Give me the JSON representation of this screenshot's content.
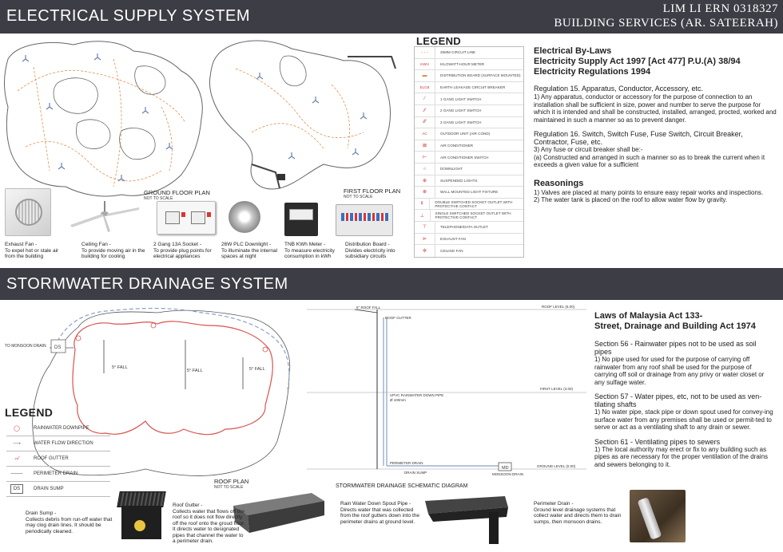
{
  "header": {
    "title": "ELECTRICAL SUPPLY SYSTEM",
    "author": "LIM LI ERN  0318327",
    "course": "BUILDING SERVICES (AR. SATEERAH)"
  },
  "electrical": {
    "ground_floor_label": "GROUND FLOOR PLAN",
    "first_floor_label": "FIRST FLOOR PLAN",
    "not_to_scale": "NOT TO SCALE",
    "legend_title": "LEGEND",
    "legend": [
      {
        "icon": "circuit-line-icon",
        "label": "25MM CIRCUIT LINE"
      },
      {
        "icon": "kwh-meter-icon",
        "symbol": "KWH",
        "label": "KILOWATT-HOUR METER"
      },
      {
        "icon": "distribution-board-icon",
        "label": "DISTRIBUTION BOARD (SURFACE MOUNTED)"
      },
      {
        "icon": "elcb-icon",
        "symbol": "ELCB",
        "label": "EARTH LEAKAGE CIRCUIT BREAKER"
      },
      {
        "icon": "switch-1-gang-icon",
        "label": "1 GANG LIGHT SWITCH"
      },
      {
        "icon": "switch-2-gang-icon",
        "label": "2 GANG LIGHT SWITCH"
      },
      {
        "icon": "switch-3-gang-icon",
        "label": "3 GANG LIGHT SWITCH"
      },
      {
        "icon": "outdoor-unit-icon",
        "symbol": "AC",
        "label": "OUTDOOR UNIT (AIR COND)"
      },
      {
        "icon": "aircond-icon",
        "label": "AIR CONDITIONER"
      },
      {
        "icon": "aircond-switch-icon",
        "label": "AIR CONDITIONER SWITCH"
      },
      {
        "icon": "downlight-icon",
        "label": "DOWNLIGHT"
      },
      {
        "icon": "suspended-light-icon",
        "label": "SUSPENDED LIGHTS"
      },
      {
        "icon": "wall-light-icon",
        "label": "WALL MOUNTED LIGHT FIXTURE"
      },
      {
        "icon": "double-socket-icon",
        "label": "DOUBLE SWITCHED SOCKET OUTLET WITH PROTECTIVE CONTACT"
      },
      {
        "icon": "single-socket-icon",
        "label": "SINGLE SWITCHED SOCKET OUTLET WITH PROTECTIVE CONTACT"
      },
      {
        "icon": "telephone-outlet-icon",
        "label": "TELEPHONE/DATA OUTLET"
      },
      {
        "icon": "exhaust-fan-icon",
        "label": "EXHAUST FAN"
      },
      {
        "icon": "ceiling-fan-icon",
        "label": "CEILING FAN"
      }
    ],
    "items": [
      {
        "title": "Exhaust Fan -",
        "desc": "To expel hot or stale air from the building"
      },
      {
        "title": "Ceiling Fan -",
        "desc": "To provide moving air in the building for cooling"
      },
      {
        "title": "2 Gang 13A Socket -",
        "desc": "To provide plug points for electrical appliances"
      },
      {
        "title": "26W PLC Downlight -",
        "desc": "To illuminate the internal spaces at night"
      },
      {
        "title": "TNB KWh Meter -",
        "desc": "To measure electricity consumption in kWh"
      },
      {
        "title": "Distribution Board -",
        "desc": "Divides electricity into subsidiary circuits"
      }
    ],
    "bylaws_heading": [
      "Electrical By-Laws",
      "Electricity Supply Act 1997 [Act 477] P.U.(A) 38/94",
      "Electricity Regulations 1994"
    ],
    "reg15_title": "Regulation 15. Apparatus, Conductor, Accessory, etc.",
    "reg15_text": "1)  Any apparatus, conductor or accessory for the purpose of connection to an installation shall be sufficient in size, power and number to serve the purpose for which it is intended and shall be constructed, installed, arranged, procted, worked and maintained in such a manner so as to prevent danger.",
    "reg16_title": "Regulation 16. Switch, Switch Fuse, Fuse Switch, Circuit Breaker, Contractor, Fuse, etc.",
    "reg16_text1": "3)  Any fuse or circuit breaker shall be:-",
    "reg16_text2": "(a) Constructed and arranged in such a manner so as to break the current when it exceeds a given value for a sufficient",
    "reasonings_title": "Reasonings",
    "reasonings": [
      "1) Valves are placed at many points to ensure easy repair works and inspections.",
      "2) The water tank is placed on the roof to allow water flow by gravity."
    ]
  },
  "stormwater": {
    "title": "STORMWATER DRAINAGE SYSTEM",
    "to_monsoon": "TO MONSOON DRAIN",
    "ds": "DS",
    "fall_label": "5° FALL",
    "roof_plan_label": "ROOF PLAN",
    "not_to_scale": "NOT TO SCALE",
    "legend_title": "LEGEND",
    "legend": [
      {
        "icon": "rainwater-downpipe-icon",
        "label": "RAINWATER DOWNPIPE"
      },
      {
        "icon": "water-flow-arrow-icon",
        "label": "WATER FLOW DIRECTION"
      },
      {
        "icon": "roof-gutter-icon",
        "label": "ROOF GUTTER"
      },
      {
        "icon": "perimeter-drain-icon",
        "label": "PERIMETER DRAIN"
      },
      {
        "icon": "drain-sump-icon",
        "symbol": "DS",
        "label": "DRAIN SUMP"
      }
    ],
    "schematic": {
      "roof_fall": "5° ROOF FALL",
      "roof_gutter": "ROOF GUTTER",
      "roof_level": "ROOF LEVEL (6.00)",
      "first_level": "FIRST LEVEL (3.00)",
      "ground_level": "GROUND LEVEL (0.00)",
      "pipe_label1": "UPVC RAINWATER DOWN PIPE",
      "pipe_label2": "Ø 100mm",
      "perimeter_drain": "PERIMETER DRAIN",
      "drain_sump": "DRAIN SUMP",
      "md": "MD",
      "monsoon_drain": "MONSOON DRAIN",
      "caption": "STORMWATER DRAINAGE SCHEMATIC DIAGRAM"
    },
    "laws_heading": [
      "Laws of Malaysia Act 133-",
      "Street, Drainage and Building Act 1974"
    ],
    "s56_title": "Section 56 - Rainwater pipes not to be used as soil pipes",
    "s56_text": "1)  No pipe used for used for the purpose of carrying off rainwater from any roof shall be used for the purpose of carrying off soil or drainage from any privy or water closet or any sulfage water.",
    "s57_title": "Section 57 - Water pipes, etc, not to be used as ven-tilating shafts",
    "s57_text": "1)  No water pipe, stack pipe or down spout used for convey-ing surface water from any premises shall be used or permit-ted to serve or act as a ventilating shaft to any drain or sewer.",
    "s61_title": "Section 61 - Ventilating pipes to sewers",
    "s61_text": "1)  The local authority may erect or fix to any building such as pipes as are necessary for the proper ventilation of the drains and sewers belonging to it.",
    "items": [
      {
        "title": "Drain Sump -",
        "desc": "Collects debris from run-off water that may clog  drain lines. It should be periodically cleaned."
      },
      {
        "title": "Roof Gutter -",
        "desc": "Collects water that flows off the roof so it does not flow directly off the roof onto the groud floor. It directs water to designated pipes that channel the water to a perimeter drain."
      },
      {
        "title": "Rain Water Down Spout Pipe -",
        "desc": "Directs water that was collected from the roof gutters down into the perimeter drains at ground level."
      },
      {
        "title": "Perimeter Drain -",
        "desc": "Ground level drainage systems that collect water and directs them to drain sumps, then monsoon drains."
      }
    ]
  },
  "colors": {
    "band": "#3d3d45",
    "circuit": "#e0813a",
    "plan_red": "#d9534f",
    "gutter_blue": "#8aa0c8"
  }
}
